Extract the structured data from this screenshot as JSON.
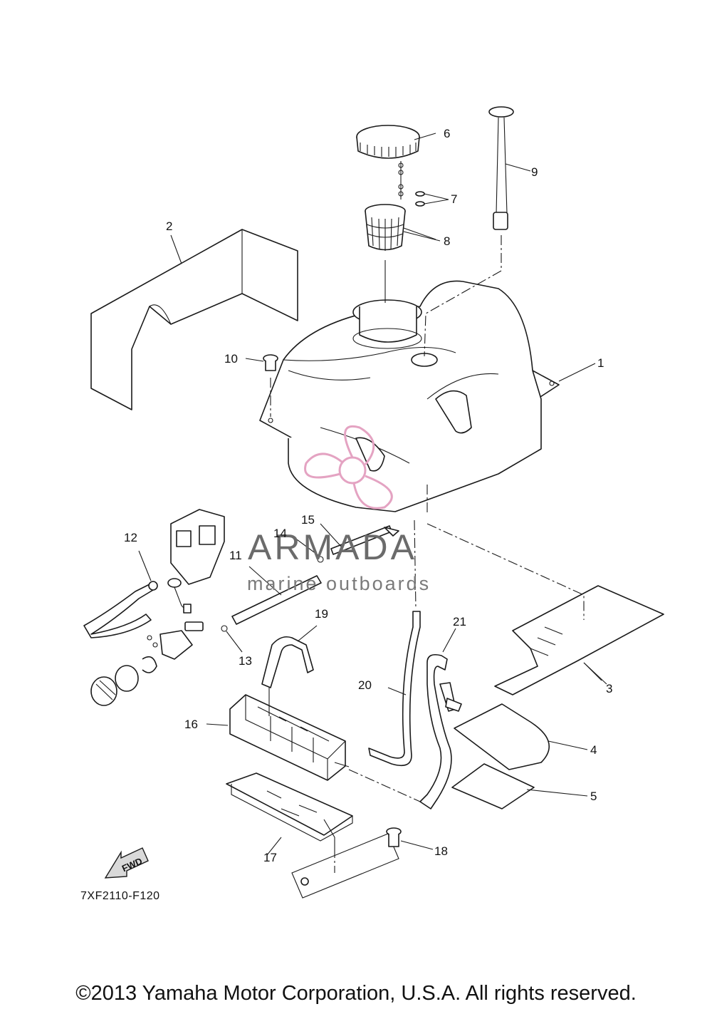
{
  "diagram": {
    "code": "7XF2110-F120",
    "copyright": "©2013 Yamaha Motor Corporation, U.S.A. All rights reserved.",
    "direction_label": "FWD",
    "part_numbers": [
      "1",
      "2",
      "3",
      "4",
      "5",
      "6",
      "7",
      "8",
      "9",
      "10",
      "11",
      "12",
      "13",
      "14",
      "15",
      "16",
      "17",
      "18",
      "19",
      "20",
      "21"
    ]
  },
  "watermark": {
    "name": "ARMADA",
    "tagline": "marine outboards",
    "color": "#e4a3c2"
  }
}
